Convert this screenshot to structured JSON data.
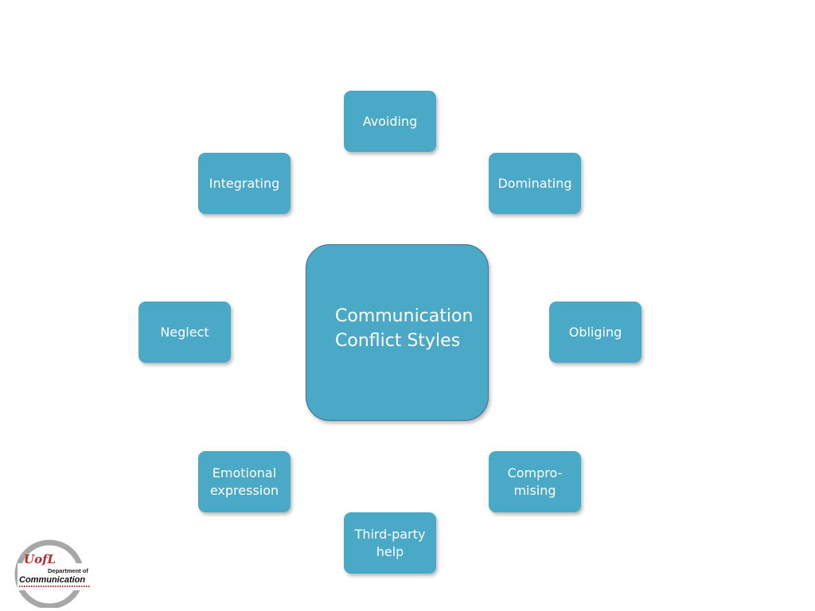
{
  "diagram": {
    "center": {
      "line1": "Communication",
      "line2": "Conflict Styles"
    },
    "nodes": {
      "avoiding": [
        "Avoiding"
      ],
      "integrating": [
        "Integrating"
      ],
      "dominating": [
        "Dominating"
      ],
      "neglect": [
        "Neglect"
      ],
      "obliging": [
        "Obliging"
      ],
      "emotional": [
        "Emotional",
        "expression"
      ],
      "compromising": [
        "Compro-",
        "mising"
      ],
      "third_party": [
        "Third-party",
        "help"
      ]
    }
  },
  "logo": {
    "mark": "UofL",
    "line1": "Department of",
    "line2": "Communication"
  },
  "colors": {
    "node_fill": "#4aa9c7",
    "center_border": "#3f6f8a",
    "node_text": "#ffffff",
    "logo_red": "#c0262d"
  }
}
